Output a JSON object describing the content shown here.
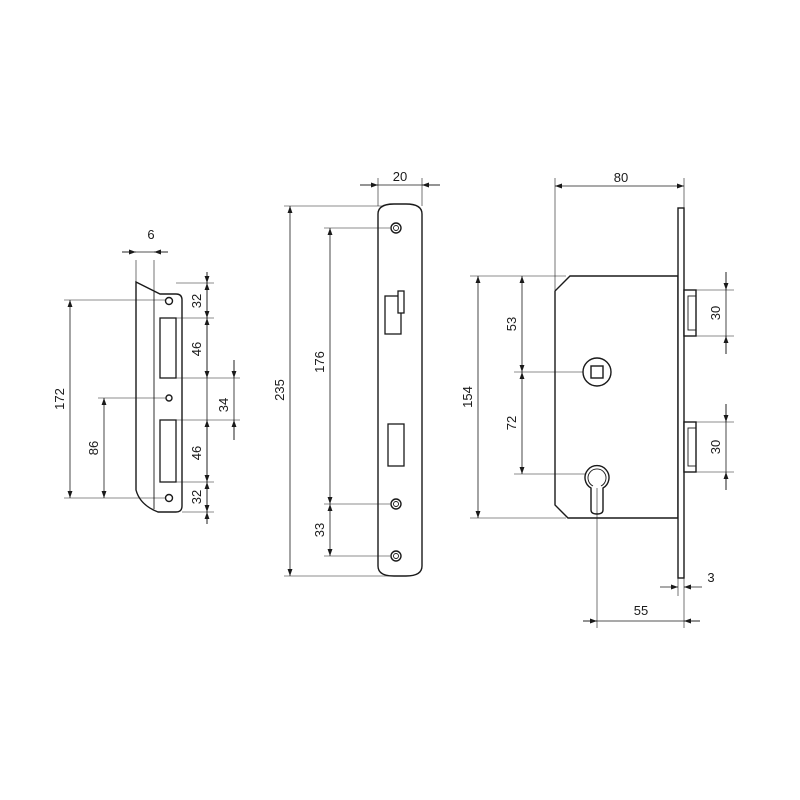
{
  "strike_plate": {
    "width_label": "6",
    "total_height_label": "172",
    "hole_spacing_label": "86",
    "top_segment_label": "32",
    "upper_slot_label": "46",
    "middle_label": "34",
    "lower_slot_label": "46",
    "bottom_segment_label": "32"
  },
  "faceplate": {
    "width_label": "20",
    "total_height_label": "235",
    "screw_spacing_label": "176",
    "bottom_spacing_label": "33"
  },
  "lock_body": {
    "depth_label": "80",
    "height_label": "154",
    "follower_offset_label": "53",
    "follower_to_cylinder_label": "72",
    "latch_height_label": "30",
    "bolt_height_label": "30",
    "plate_thickness_label": "3",
    "backset_label": "55"
  }
}
